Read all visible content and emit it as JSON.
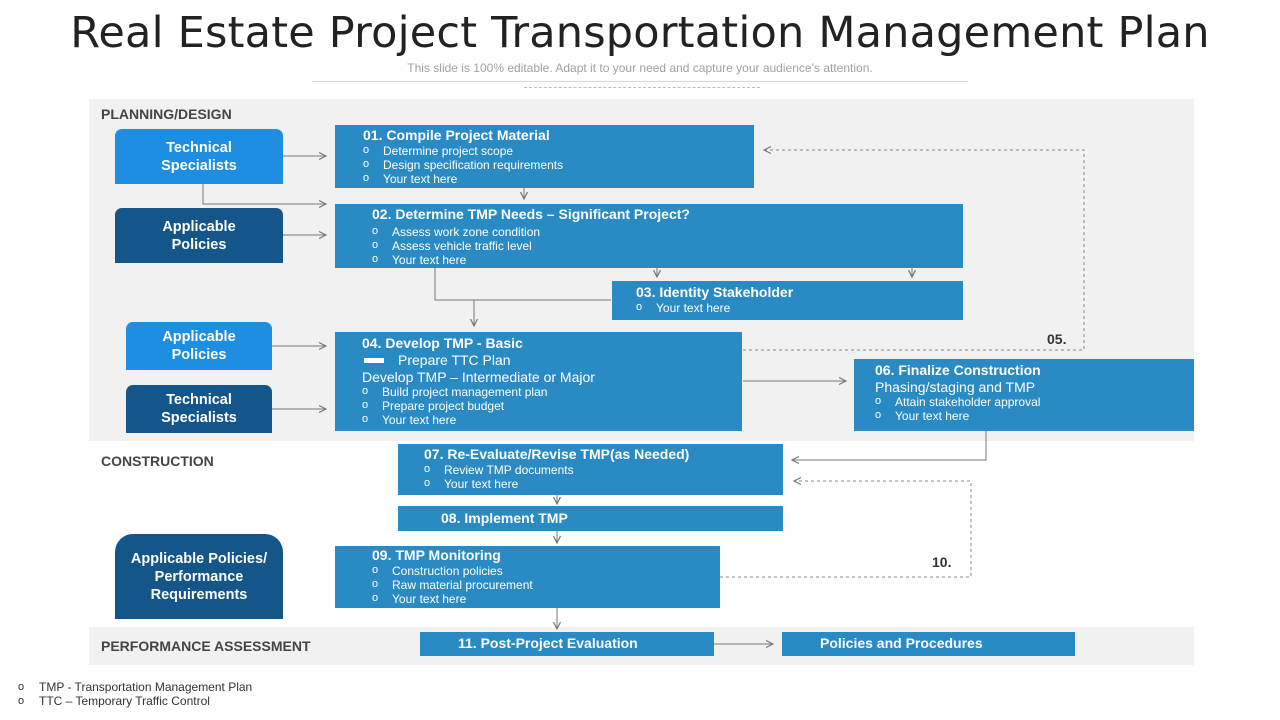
{
  "title": "Real Estate Project Transportation Management Plan",
  "subtitle": "This slide is 100% editable. Adapt it to your need and capture your audience’s attention.",
  "sections": {
    "planning": "PLANNING/DESIGN",
    "construction": "CONSTRUCTION",
    "performance": "PERFORMANCE ASSESSMENT"
  },
  "side_boxes": {
    "technical_1": "Technical Specialists",
    "policies_1": "Applicable Policies",
    "policies_2": "Applicable Policies",
    "technical_2": "Technical Specialists",
    "policies_perf": "Applicable Policies/ Performance Requirements"
  },
  "steps": {
    "s01": {
      "heading": "01. Compile Project Material",
      "items": [
        "Determine project scope",
        "Design specification requirements",
        "Your text here"
      ]
    },
    "s02": {
      "heading": "02. Determine TMP Needs – Significant Project?",
      "items": [
        "Assess work zone condition",
        "Assess vehicle traffic level",
        "Your text here"
      ]
    },
    "s03": {
      "heading": "03. Identity Stakeholder",
      "items": [
        "Your text here"
      ]
    },
    "s04": {
      "heading": "04. Develop TMP - Basic",
      "dash_item": "Prepare TTC Plan",
      "subheading": "Develop TMP – Intermediate or Major",
      "items": [
        "Build project management plan",
        "Prepare project budget",
        "Your text here"
      ]
    },
    "s06": {
      "heading": "06. Finalize Construction",
      "subheading": "Phasing/staging and TMP",
      "items": [
        "Attain stakeholder approval",
        "Your text here"
      ]
    },
    "s07": {
      "heading": "07. Re-Evaluate/Revise TMP(as Needed)",
      "items": [
        "Review TMP documents",
        "Your text here"
      ]
    },
    "s08": {
      "heading": "08. Implement TMP"
    },
    "s09": {
      "heading": "09. TMP Monitoring",
      "items": [
        "Construction policies",
        "Raw material procurement",
        "Your text here"
      ]
    },
    "s11": {
      "heading": "11. Post-Project Evaluation"
    },
    "policies": {
      "heading": "Policies and Procedures"
    }
  },
  "loop_labels": {
    "l05": "05.",
    "l10": "10."
  },
  "footnotes": [
    "TMP - Transportation Management Plan",
    "TTC – Temporary Traffic Control"
  ],
  "colors": {
    "step_blue": "#2a8bc4",
    "side_light": "#1e8ee0",
    "side_dark": "#14568a",
    "band_gray": "#f1f1f1",
    "arrow": "#777777"
  }
}
